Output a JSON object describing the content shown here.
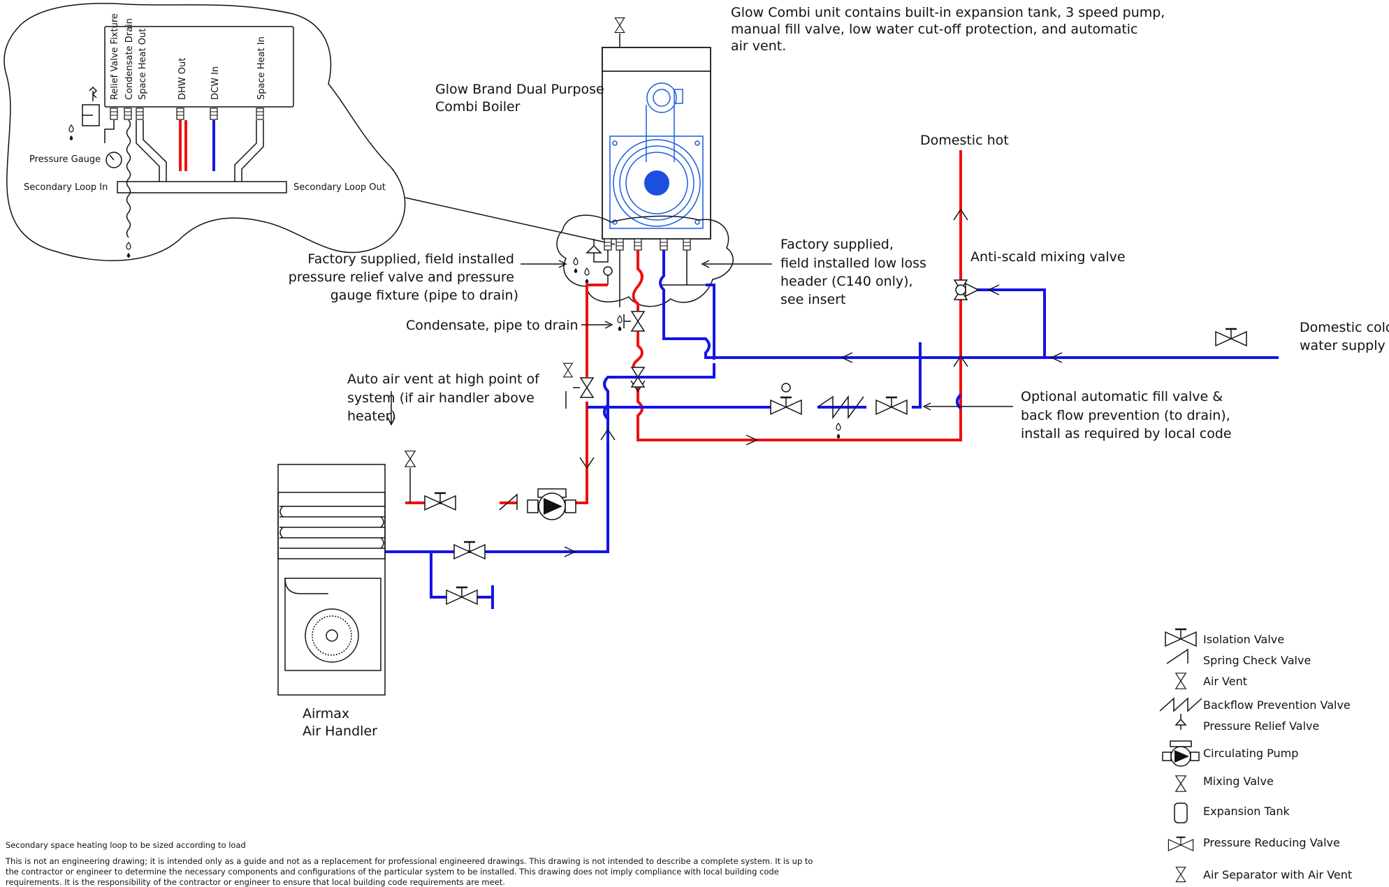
{
  "title": "",
  "labels": {
    "glow_combi_note": [
      "Glow Combi unit contains built-in expansion tank, 3 speed pump,",
      "manual fill valve, low water cut-off protection, and automatic",
      "air vent."
    ],
    "boiler": [
      "Glow Brand Dual Purpose",
      "Combi Boiler"
    ],
    "relief_valve_note": [
      "Factory supplied, field installed",
      "pressure relief valve and pressure",
      "gauge fixture (pipe to drain)"
    ],
    "low_loss_header_note": [
      "Factory supplied,",
      "field installed low loss",
      "header (C140 only),",
      "see insert"
    ],
    "condensate_note": "Condensate, pipe to drain",
    "auto_air_vent_note": [
      "Auto air vent at high point of",
      "system (if air handler above",
      "heater)"
    ],
    "domestic_hot": "Domestic hot",
    "anti_scald": "Anti-scald mixing valve",
    "domestic_cold": [
      "Domestic cold",
      "water supply"
    ],
    "fill_valve_note": [
      "Optional automatic fill valve &",
      "back flow prevention (to drain),",
      "install as required by local code"
    ],
    "air_handler": [
      "Airmax",
      "Air Handler"
    ]
  },
  "insert": {
    "port_labels": [
      "Relief Valve Fixture",
      "Condensate Drain",
      "Space Heat Out",
      "DHW Out",
      "DCW In",
      "Space Heat In"
    ],
    "pressure_gauge": "Pressure Gauge",
    "secondary_in": "Secondary Loop In",
    "secondary_out": "Secondary Loop Out"
  },
  "legend": [
    {
      "label": "Isolation Valve",
      "icon": "isolation-valve-icon"
    },
    {
      "label": "Spring Check Valve",
      "icon": "spring-check-valve-icon"
    },
    {
      "label": "Air Vent",
      "icon": "air-vent-icon"
    },
    {
      "label": "Backflow Prevention Valve",
      "icon": "backflow-prevention-valve-icon"
    },
    {
      "label": "Pressure Relief Valve",
      "icon": "pressure-relief-valve-icon"
    },
    {
      "label": "Circulating Pump",
      "icon": "circulating-pump-icon"
    },
    {
      "label": "Mixing Valve",
      "icon": "mixing-valve-icon"
    },
    {
      "label": "Expansion Tank",
      "icon": "expansion-tank-icon"
    },
    {
      "label": "Pressure Reducing Valve",
      "icon": "pressure-reducing-valve-icon"
    },
    {
      "label": "Air Separator with Air Vent",
      "icon": "air-separator-icon"
    }
  ],
  "footnotes": {
    "sizing": "Secondary space heating loop to be sized according to load",
    "disclaimer": [
      "This is not an engineering drawing; it is intended only as a guide and not as a replacement for professional engineered drawings. This drawing is not intended to describe a complete system. It is up to",
      "the contractor or engineer to determine the necessary components and configurations of the particular system to be installed. This drawing does not imply compliance with local building code",
      "requirements. It is the responsibility of the contractor or engineer to ensure that local building code requirements are meet."
    ]
  },
  "colors": {
    "hot": "#ee1111",
    "cold": "#1414e6",
    "boiler_detail": "#1a5ae0",
    "line": "#111111"
  }
}
